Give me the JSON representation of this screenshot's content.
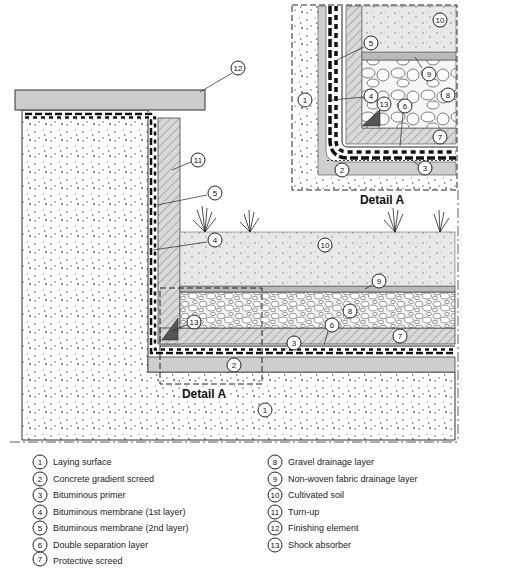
{
  "diagram": {
    "labels": [
      "12",
      "11",
      "5",
      "4",
      "10",
      "9",
      "8",
      "13",
      "3",
      "6",
      "7",
      "2",
      "1",
      "Detail A",
      "10",
      "5",
      "9",
      "8",
      "4",
      "1",
      "6",
      "13",
      "7",
      "3",
      "2",
      "Detail A",
      "1",
      "2",
      "3",
      "4",
      "5",
      "6",
      "7",
      "8",
      "9",
      "10",
      "11",
      "12",
      "13"
    ],
    "legend": [
      {
        "text": "Laying surface"
      },
      {
        "text": "Concrete gradient screed"
      },
      {
        "text": "Bituminous primer"
      },
      {
        "text": "Bituminous membrane (1st layer)"
      },
      {
        "text": "Bituminous membrane (2nd layer)"
      },
      {
        "text": "Double separation layer"
      },
      {
        "text": "Protective screed"
      },
      {
        "text": "Gravel drainage layer"
      },
      {
        "text": "Non-woven fabric drainage layer"
      },
      {
        "text": "Cultivated soil"
      },
      {
        "text": "Turn-up"
      },
      {
        "text": "Finishing element"
      },
      {
        "text": "Shock absorber"
      }
    ]
  }
}
